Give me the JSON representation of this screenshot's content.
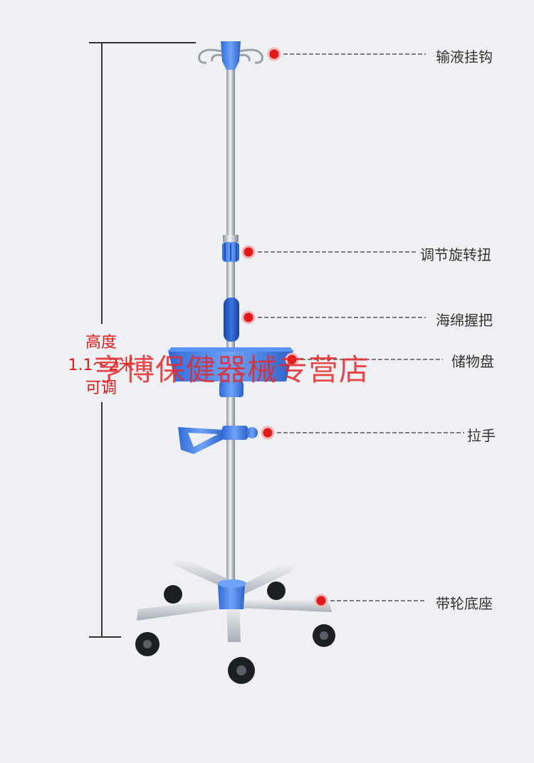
{
  "labels": {
    "hook": "输液挂钩",
    "knob": "调节旋转扭",
    "grip": "海绵握把",
    "tray": "储物盘",
    "handle": "拉手",
    "base": "带轮底座"
  },
  "height_note": {
    "line1": "高度",
    "line2": "1.1～2米",
    "line3": "可调"
  },
  "watermark": "亨博保健器械专营店",
  "colors": {
    "background": "#eef0f3",
    "accent_blue": "#3a78e8",
    "marker_red": "#e01a1a",
    "pole_steel": "#c8ccd2"
  }
}
